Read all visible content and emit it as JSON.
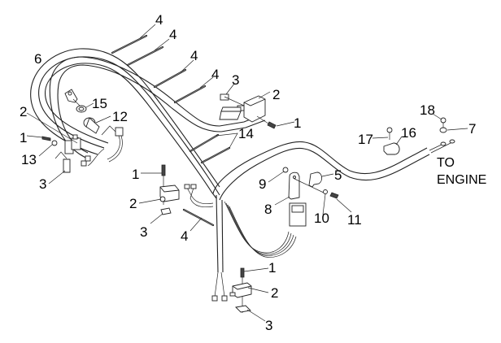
{
  "diagram": {
    "title": "Wiring Harness Exploded View",
    "callouts": {
      "tie_1": "4",
      "tie_2": "4",
      "tie_3": "4",
      "tie_4": "4",
      "tie_5": "4",
      "harness_main": "6",
      "bracket_top": "3",
      "switch_top": "2",
      "screw_top": "1",
      "key": "15",
      "ignition_switch": "12",
      "switch_left": "2",
      "screw_left": "1",
      "washer_left": "13",
      "bracket_left": "3",
      "ties_pair": "14",
      "screw_mid": "1",
      "switch_mid": "2",
      "bracket_mid": "3",
      "nut": "9",
      "regulator": "8",
      "clamp": "5",
      "washer_reg": "10",
      "bolt_reg": "11",
      "bolt_clip": "17",
      "clip": "16",
      "bolt_ground": "18",
      "washer_ground": "7",
      "screw_bottom": "1",
      "switch_bottom": "2",
      "bracket_bottom": "3"
    },
    "engine_label": {
      "line1": "TO",
      "line2": "ENGINE"
    }
  }
}
